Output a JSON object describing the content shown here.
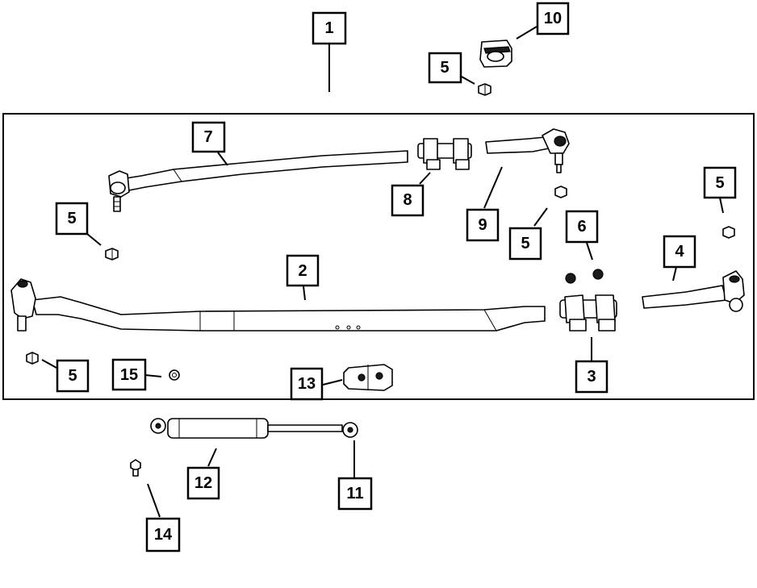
{
  "callouts": {
    "c1": "1",
    "c2": "2",
    "c3": "3",
    "c4": "4",
    "c5a": "5",
    "c5b": "5",
    "c5c": "5",
    "c5d": "5",
    "c5e": "5",
    "c6": "6",
    "c7": "7",
    "c8": "8",
    "c9": "9",
    "c10": "10",
    "c11": "11",
    "c12": "12",
    "c13": "13",
    "c14": "14",
    "c15": "15"
  }
}
